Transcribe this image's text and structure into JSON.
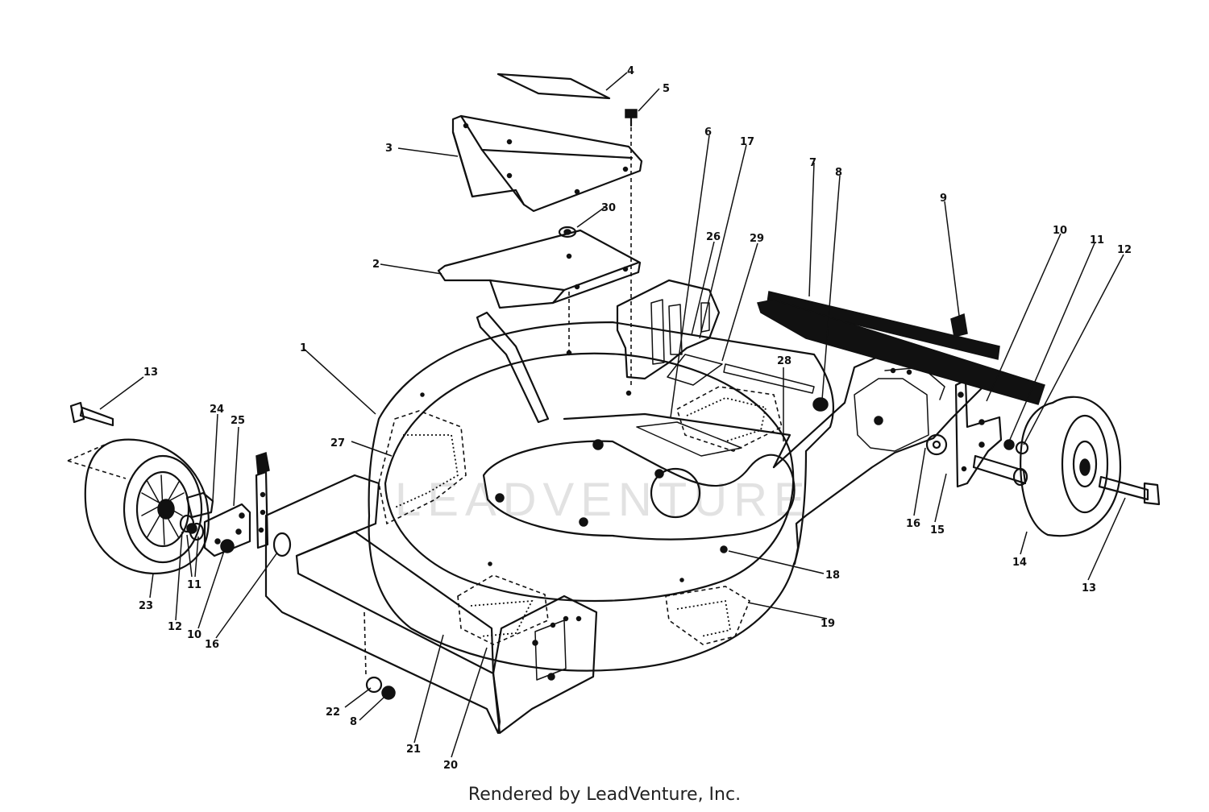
{
  "watermark": "LEADVENTURE",
  "credit": "Rendered by LeadVenture, Inc.",
  "callouts": [
    {
      "id": "c4",
      "label": "4"
    },
    {
      "id": "c5",
      "label": "5"
    },
    {
      "id": "c3",
      "label": "3"
    },
    {
      "id": "c30",
      "label": "30"
    },
    {
      "id": "c2",
      "label": "2"
    },
    {
      "id": "c6",
      "label": "6"
    },
    {
      "id": "c17",
      "label": "17"
    },
    {
      "id": "c7",
      "label": "7"
    },
    {
      "id": "c8a",
      "label": "8"
    },
    {
      "id": "c9",
      "label": "9"
    },
    {
      "id": "c10a",
      "label": "10"
    },
    {
      "id": "c11a",
      "label": "11"
    },
    {
      "id": "c12a",
      "label": "12"
    },
    {
      "id": "c26",
      "label": "26"
    },
    {
      "id": "c29",
      "label": "29"
    },
    {
      "id": "c1",
      "label": "1"
    },
    {
      "id": "c13a",
      "label": "13"
    },
    {
      "id": "c24",
      "label": "24"
    },
    {
      "id": "c25",
      "label": "25"
    },
    {
      "id": "c27",
      "label": "27"
    },
    {
      "id": "c28",
      "label": "28"
    },
    {
      "id": "c16a",
      "label": "16"
    },
    {
      "id": "c15",
      "label": "15"
    },
    {
      "id": "c14",
      "label": "14"
    },
    {
      "id": "c13b",
      "label": "13"
    },
    {
      "id": "c23",
      "label": "23"
    },
    {
      "id": "c12b",
      "label": "12"
    },
    {
      "id": "c10b",
      "label": "10"
    },
    {
      "id": "c11b",
      "label": "11"
    },
    {
      "id": "c16b",
      "label": "16"
    },
    {
      "id": "c18",
      "label": "18"
    },
    {
      "id": "c19",
      "label": "19"
    },
    {
      "id": "c22",
      "label": "22"
    },
    {
      "id": "c8b",
      "label": "8"
    },
    {
      "id": "c21",
      "label": "21"
    },
    {
      "id": "c20",
      "label": "20"
    }
  ]
}
